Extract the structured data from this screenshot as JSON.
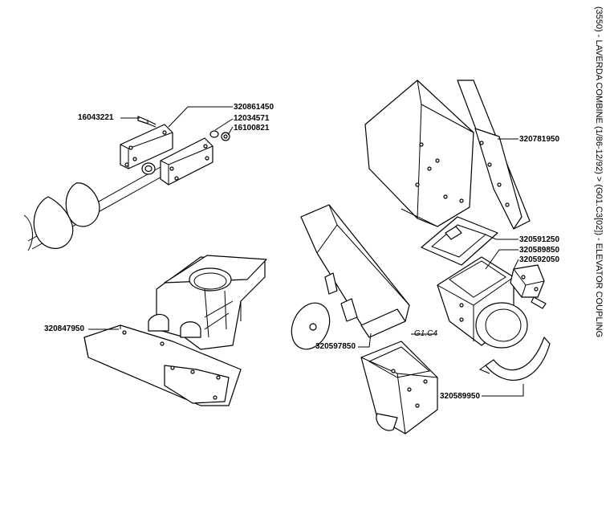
{
  "title": "(3550) - LAVERDA COMBINE (1/86-12/92) > (G01.C3[02]) - ELEVATOR COUPLING",
  "parts": {
    "p16043221": "16043221",
    "p320861450": "320861450",
    "p12034571": "12034571",
    "p16100821": "16100821",
    "p320847950": "320847950",
    "p320781950": "320781950",
    "p320591250": "320591250",
    "p320589850": "320589850",
    "p320592050": "320592050",
    "p320597850": "320597850",
    "p320589950": "320589950",
    "ref_g1c4": "G1.C4"
  }
}
